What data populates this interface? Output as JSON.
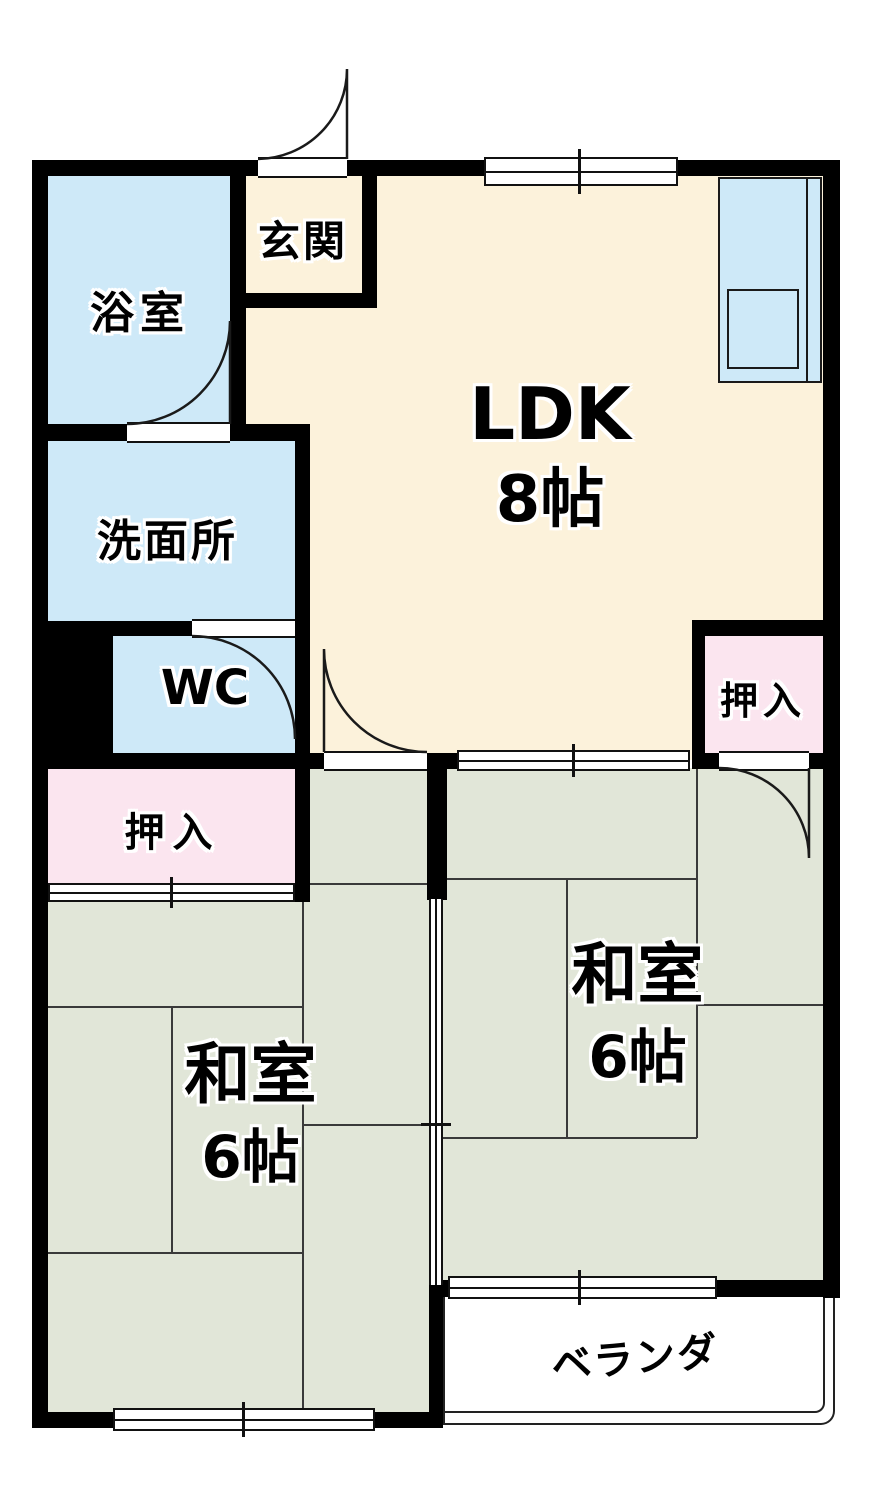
{
  "colors": {
    "wall": "#000000",
    "ldk_floor": "#FCF2DB",
    "wet_floor": "#CEE9F8",
    "closet_floor": "#FBE5EF",
    "tatami_floor": "#E1E6D8",
    "line": "#1a1a1a"
  },
  "rooms": {
    "genkan": {
      "label": "玄関"
    },
    "bathroom": {
      "label": "浴室"
    },
    "washroom": {
      "label": "洗面所"
    },
    "toilet": {
      "label": "WC"
    },
    "ldk": {
      "label": "LDK",
      "size": "8帖"
    },
    "closet_left": {
      "label": "押入"
    },
    "closet_right": {
      "label": "押入"
    },
    "washitsu_left": {
      "label": "和室",
      "size": "6帖"
    },
    "washitsu_right": {
      "label": "和室",
      "size": "6帖"
    },
    "veranda": {
      "label": "ベランダ"
    }
  }
}
